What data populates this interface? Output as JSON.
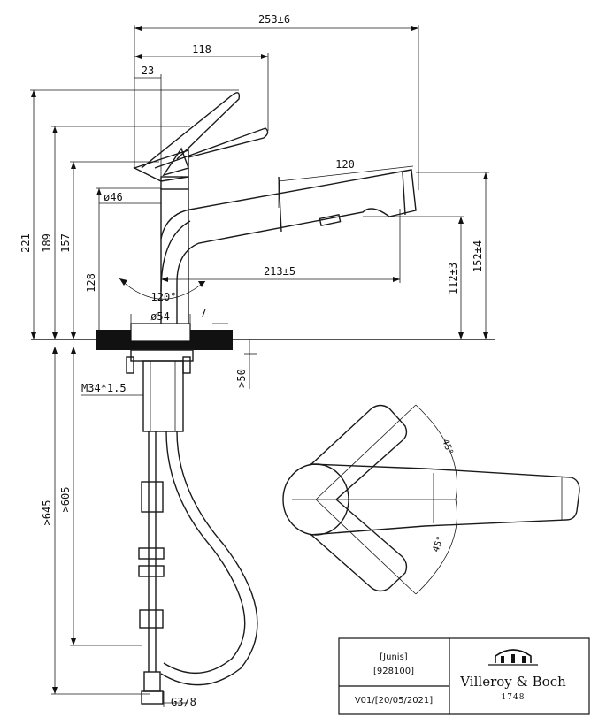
{
  "dimensions": {
    "width_total": "253±6",
    "width_118": "118",
    "width_23": "23",
    "dia_46": "ø46",
    "spout_120": "120",
    "reach_213": "213±5",
    "angle_120": "120°",
    "dia_54": "ø54",
    "dim_7": "7",
    "height_221": "221",
    "height_189": "189",
    "height_157": "157",
    "height_128": "128",
    "height_112": "112±3",
    "height_152": "152±4",
    "deck_50": ">50",
    "thread_m34": "M34*1.5",
    "hose_645": ">645",
    "hose_605": ">605",
    "conn_g38": "G3/8",
    "angle_45_top": "45°",
    "angle_45_bottom": "45°"
  },
  "title_block": {
    "product_name": "[Junis]",
    "product_code": "[928100]",
    "version": "V01/[20/05/2021]",
    "brand": "Villeroy & Boch",
    "brand_year": "1748"
  }
}
